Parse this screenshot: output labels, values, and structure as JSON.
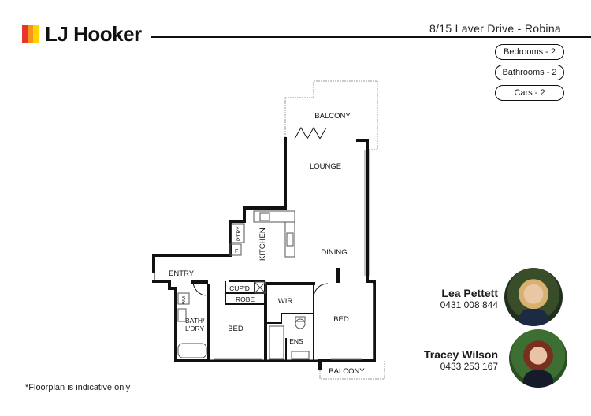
{
  "brand": {
    "name": "LJ Hooker",
    "colors": [
      "#e4362a",
      "#f7941d",
      "#ffd200"
    ]
  },
  "listing": {
    "address": "8/15 Laver Drive - Robina",
    "features": [
      "Bedrooms - 2",
      "Bathrooms - 2",
      "Cars - 2"
    ]
  },
  "floorplan": {
    "rooms": {
      "balcony_top": "BALCONY",
      "lounge": "LOUNGE",
      "kitchen": "KITCHEN",
      "pantry": "P'TRY",
      "fridge": "F",
      "dining": "DINING",
      "entry": "ENTRY",
      "cupd": "CUP'D",
      "robe": "ROBE",
      "wir": "WIR",
      "bath": "BATH/",
      "ldry": "L'DRY",
      "bed1": "BED",
      "bed2": "BED",
      "ens": "ENS",
      "balcony_bottom": "BALCONY",
      "washer": "WM"
    }
  },
  "agents": [
    {
      "name": "Lea Pettett",
      "phone": "0431 008 844"
    },
    {
      "name": "Tracey Wilson",
      "phone": "0433 253 167"
    }
  ],
  "disclaimer": "*Floorplan is indicative only"
}
